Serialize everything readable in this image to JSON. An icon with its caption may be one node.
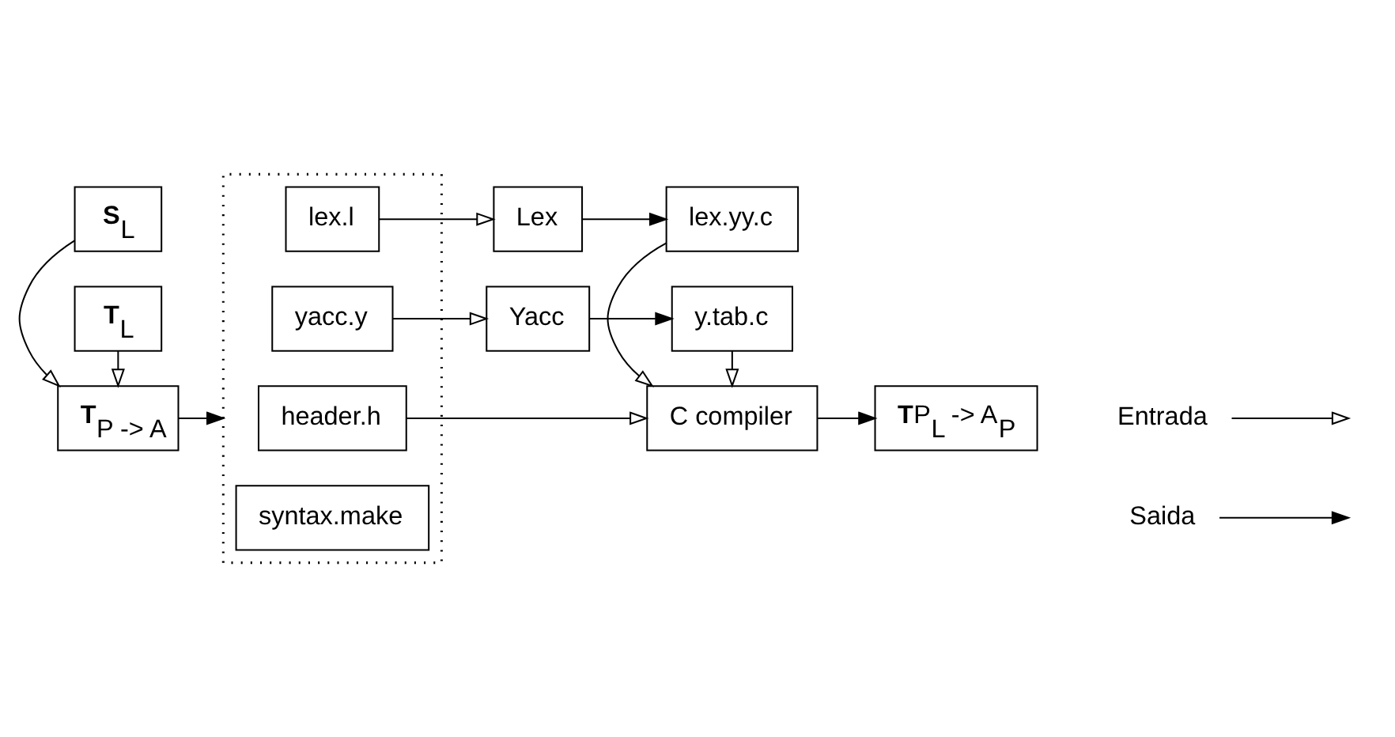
{
  "diagram": {
    "nodes": [
      {
        "text": [
          "**S**$_{L}$"
        ]
      },
      {
        "text": [
          "**T**$_{P -> A}$"
        ]
      },
      {
        "text": [
          "**T**$_{L}$"
        ]
      },
      {
        "text": [],
        "shape": "box"
      },
      {
        "text": [
          "header.h"
        ],
        "in": 3
      },
      {
        "text": [
          "lex.l"
        ],
        "in": 3
      },
      {
        "text": [
          "yacc.y"
        ],
        "in": 3
      },
      {
        "text": [
          "syntax.make"
        ],
        "in": 3
      },
      {
        "text": [
          "Lex"
        ]
      },
      {
        "text": [
          "lex.yy.c"
        ]
      },
      {
        "text": [
          "Yacc"
        ]
      },
      {
        "text": [
          "y.tab.c"
        ]
      },
      {
        "text": [
          "C compiler"
        ]
      },
      {
        "text": [
          "**T**P$_{L}$ -> A$_{P}$"
        ]
      }
    ],
    "edges": [
      {
        "from": 0,
        "to": 1,
        "arrow": "to"
      },
      {
        "from": 2,
        "to": 1,
        "arrow": "to"
      },
      {
        "from": 1,
        "to": 3,
        "arrow": "to"
      },
      {
        "from": 4,
        "to": 12,
        "arrow": "to"
      },
      {
        "from": 5,
        "to": 8,
        "arrow": "to"
      },
      {
        "from": 8,
        "to": 9,
        "arrow": "to"
      },
      {
        "from": 9,
        "to": 12,
        "arrow": "to"
      },
      {
        "from": 6,
        "to": 10,
        "arrow": "to"
      },
      {
        "from": 10,
        "to": 11,
        "arrow": "to"
      },
      {
        "from": 11,
        "to": 12,
        "arrow": "to"
      },
      {
        "from": 12,
        "to": 13,
        "arrow": "to"
      }
    ],
    "legend": [
      {
        "text": "Entrada"
      },
      {
        "text": "Saida"
      }
    ]
  }
}
